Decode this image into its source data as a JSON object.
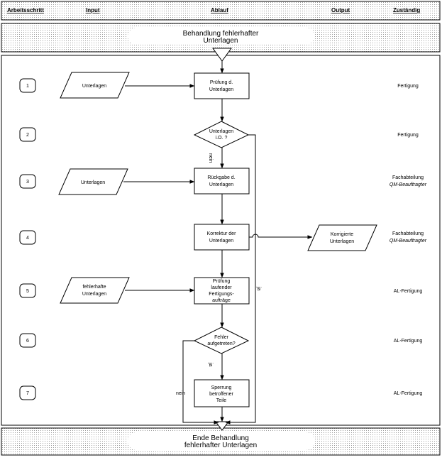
{
  "header": {
    "arbeitsschritt": "Arbeitsschritt",
    "input": "Input",
    "ablauf": "Ablauf",
    "output": "Output",
    "zustaendig": "Zuständig"
  },
  "start": {
    "line1": "Behandlung fehlerhafter",
    "line2": "Unterlagen"
  },
  "end": {
    "line1": "Ende Behandlung",
    "line2": "fehlerhafter Unterlagen"
  },
  "steps": [
    "1",
    "2",
    "3",
    "4",
    "5",
    "6",
    "7"
  ],
  "inputs": {
    "s1": [
      "Unterlagen"
    ],
    "s3": [
      "Unterlagen"
    ],
    "s5": [
      "fehlerhafte",
      "Unterlagen"
    ]
  },
  "process": {
    "s1": [
      "Prüfung d.",
      "Unterlagen"
    ],
    "s3": [
      "Rückgabe d.",
      "Unterlagen"
    ],
    "s4": [
      "Korrektur der",
      "Unterlagen"
    ],
    "s5": [
      "Prüfung",
      "laufender",
      "Fertigungs-",
      "aufträge"
    ],
    "s7": [
      "Sperrung",
      "betroffener",
      "Teile"
    ]
  },
  "decisions": {
    "s2": [
      "Unterlagen",
      "i.O. ?"
    ],
    "s6": [
      "Fehler",
      "aufgetreten?"
    ]
  },
  "output": {
    "s4": [
      "Korrigierte",
      "Unterlagen"
    ]
  },
  "edge_labels": {
    "nein_2": "nein",
    "ja_2": "ja",
    "ja_6": "ja",
    "nein_6": "nein"
  },
  "responsible": {
    "s1": [
      "Fertigung"
    ],
    "s2": [
      "Fertigung"
    ],
    "s3": [
      "Fachabteilung",
      "QM-Beauftragter"
    ],
    "s4": [
      "Fachabteilung",
      "QM-Beauftragter"
    ],
    "s5": [
      "AL-Fertigung"
    ],
    "s6": [
      "AL-Fertigung"
    ],
    "s7": [
      "AL-Fertigung"
    ]
  }
}
